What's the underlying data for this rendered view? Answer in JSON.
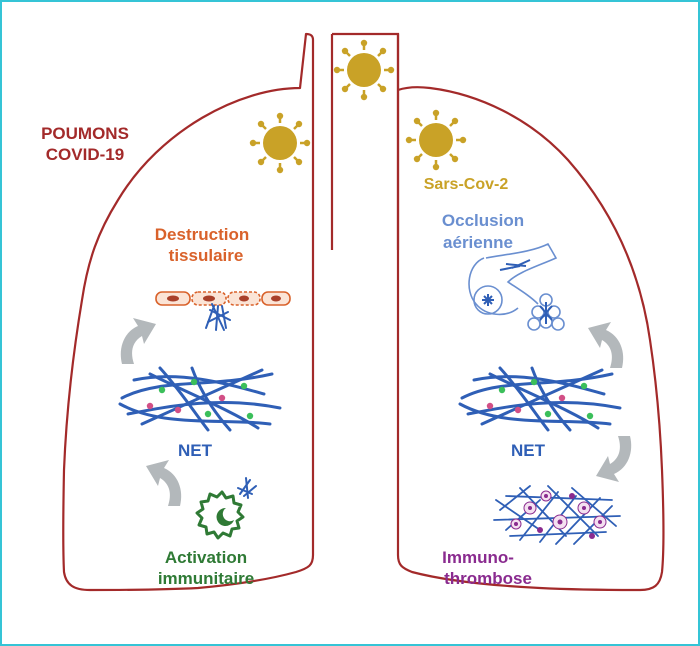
{
  "title": {
    "line1": "POUMONS",
    "line2": "COVID-19"
  },
  "virus_label": "Sars-Cov-2",
  "left": {
    "top_label": {
      "line1": "Destruction",
      "line2": "tissulaire"
    },
    "center_label": "NET",
    "bottom_label": {
      "line1": "Activation",
      "line2": "immunitaire"
    }
  },
  "right": {
    "top_label": {
      "line1": "Occlusion",
      "line2": "aérienne"
    },
    "center_label": "NET",
    "bottom_label": {
      "line1": "Immuno-",
      "line2": "thrombose"
    }
  },
  "colors": {
    "frame": "#35c4d6",
    "lung_outline": "#a32a2a",
    "title": "#a32a2a",
    "virus": "#c9a227",
    "net_fiber": "#2f5fb6",
    "tissue": "#d9622b",
    "airway": "#6a8fd0",
    "activation": "#2f7a35",
    "thrombosis": "#8a2b8f",
    "arrow": "#b3b8bb"
  },
  "icons": [
    "virus-icon",
    "net-icon",
    "tissue-cells-icon",
    "airway-icon",
    "immune-cell-icon",
    "thrombus-icon",
    "curved-arrow-icon"
  ]
}
